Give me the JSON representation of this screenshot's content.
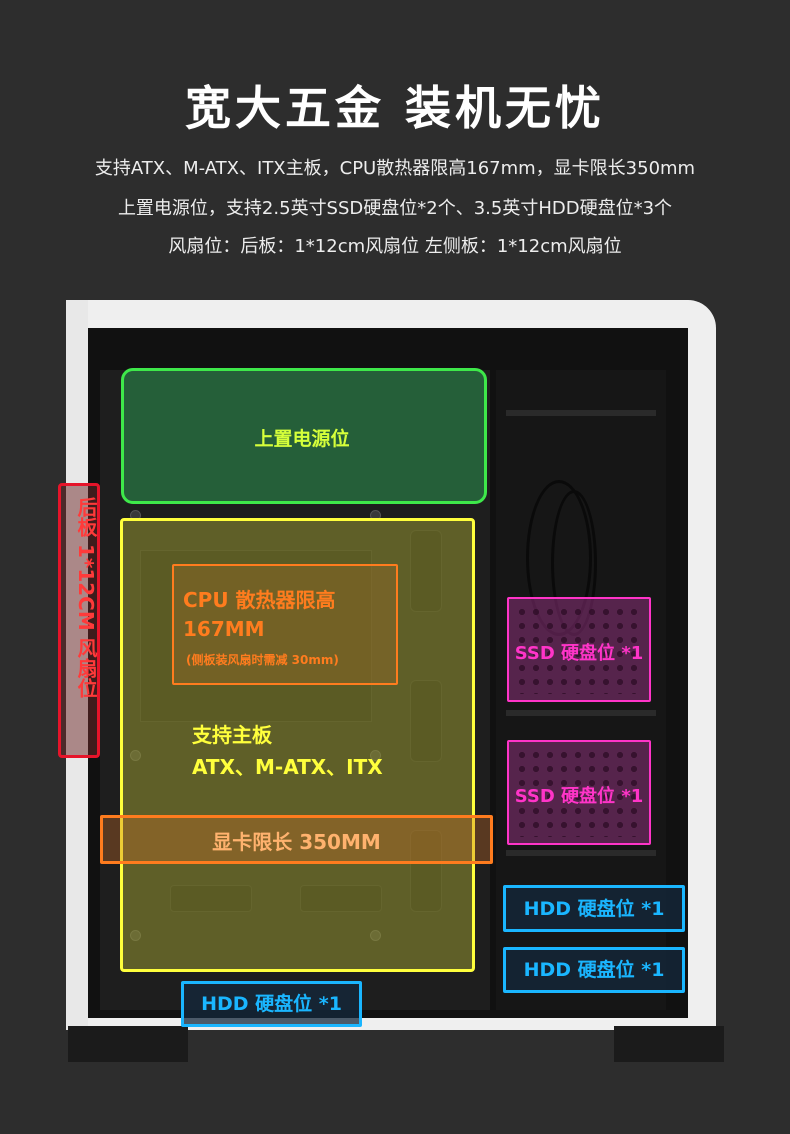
{
  "title": "宽大五金 装机无忧",
  "specs": [
    "支持ATX、M-ATX、ITX主板，CPU散热器限高167mm，显卡限长350mm",
    "上置电源位，支持2.5英寸SSD硬盘位*2个、3.5英寸HDD硬盘位*3个",
    "风扇位：后板：1*12cm风扇位 左侧板：1*12cm风扇位"
  ],
  "labels": {
    "psu": "上置电源位",
    "fan": "后板 1*12CM 风扇位",
    "cpu_line1": "CPU 散热器限高",
    "cpu_line2": "167MM",
    "cpu_line3": "(侧板装风扇时需减 30mm)",
    "mb_line1": "支持主板",
    "mb_line2": "ATX、M-ATX、ITX",
    "gpu": "显卡限长 350MM",
    "ssd1": "SSD 硬盘位 *1",
    "ssd2": "SSD 硬盘位 *1",
    "hdd1": "HDD 硬盘位 *1",
    "hdd2": "HDD 硬盘位 *1",
    "hdd3": "HDD 硬盘位 *1"
  },
  "colors": {
    "background": "#2d2d2d",
    "psu": "#3ee84a",
    "motherboard": "#ffff3c",
    "cpu_gpu": "#ff7c1e",
    "fan": "#e6142a",
    "ssd": "#ff34c8",
    "hdd": "#1ab6ff"
  }
}
